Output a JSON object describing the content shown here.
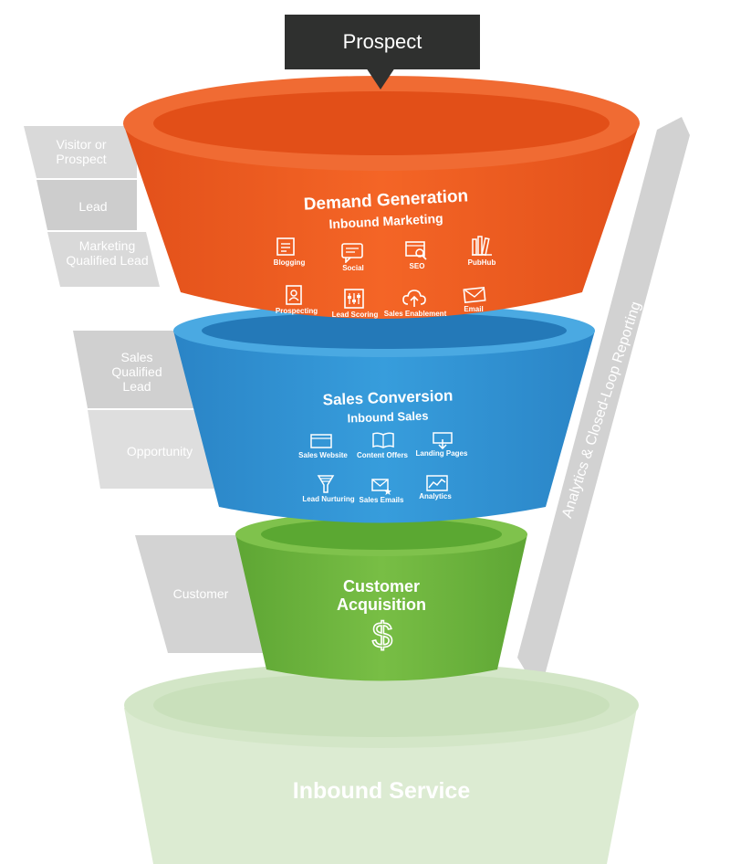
{
  "header": {
    "prospect": "Prospect"
  },
  "stages_labels": [
    "Visitor or Prospect",
    "Lead",
    "Marketing Qualified Lead",
    "Sales Qualified Lead",
    "Opportunity",
    "Customer"
  ],
  "demand": {
    "title": "Demand Generation",
    "subtitle": "Inbound Marketing",
    "items": [
      "Blogging",
      "Social",
      "SEO",
      "PubHub",
      "Prospecting",
      "Lead Scoring",
      "Sales Enablement",
      "Email"
    ]
  },
  "sales": {
    "title": "Sales Conversion",
    "subtitle": "Inbound Sales",
    "items": [
      "Sales Website",
      "Content Offers",
      "Landing Pages",
      "Lead Nurturing",
      "Sales Emails",
      "Analytics"
    ]
  },
  "customer": {
    "title_line1": "Customer",
    "title_line2": "Acquisition",
    "symbol": "$"
  },
  "service": {
    "title": "Inbound Service"
  },
  "analytics": {
    "label": "Analytics & Closed-Loop Reporting"
  },
  "colors": {
    "orange": "#f05a22",
    "blue": "#2e90d2",
    "green": "#6bb33e",
    "service": "#dcebd2",
    "gray": "#d6d6d6",
    "dark": "#2f302f"
  }
}
